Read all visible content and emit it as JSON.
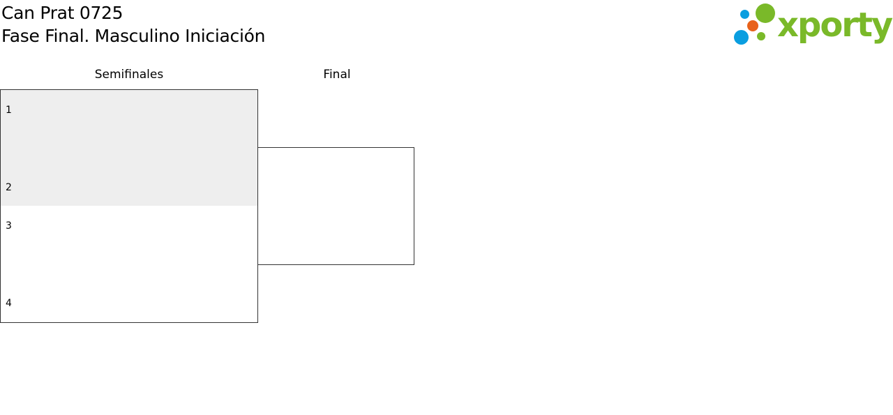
{
  "header": {
    "title": "Can Prat 0725",
    "subtitle": "Fase Final. Masculino Iniciación"
  },
  "logo": {
    "text": "xporty",
    "colors": {
      "green": "#7ab929",
      "blue": "#0a9ee0",
      "orange": "#e8621a"
    }
  },
  "rounds": {
    "semifinals_label": "Semifinales",
    "final_label": "Final"
  },
  "semifinals": [
    {
      "top_seed": "1",
      "bottom_seed": "2",
      "highlight_color": "#eeeeee"
    },
    {
      "top_seed": "3",
      "bottom_seed": "4",
      "highlight_color": "#ffffff"
    }
  ]
}
